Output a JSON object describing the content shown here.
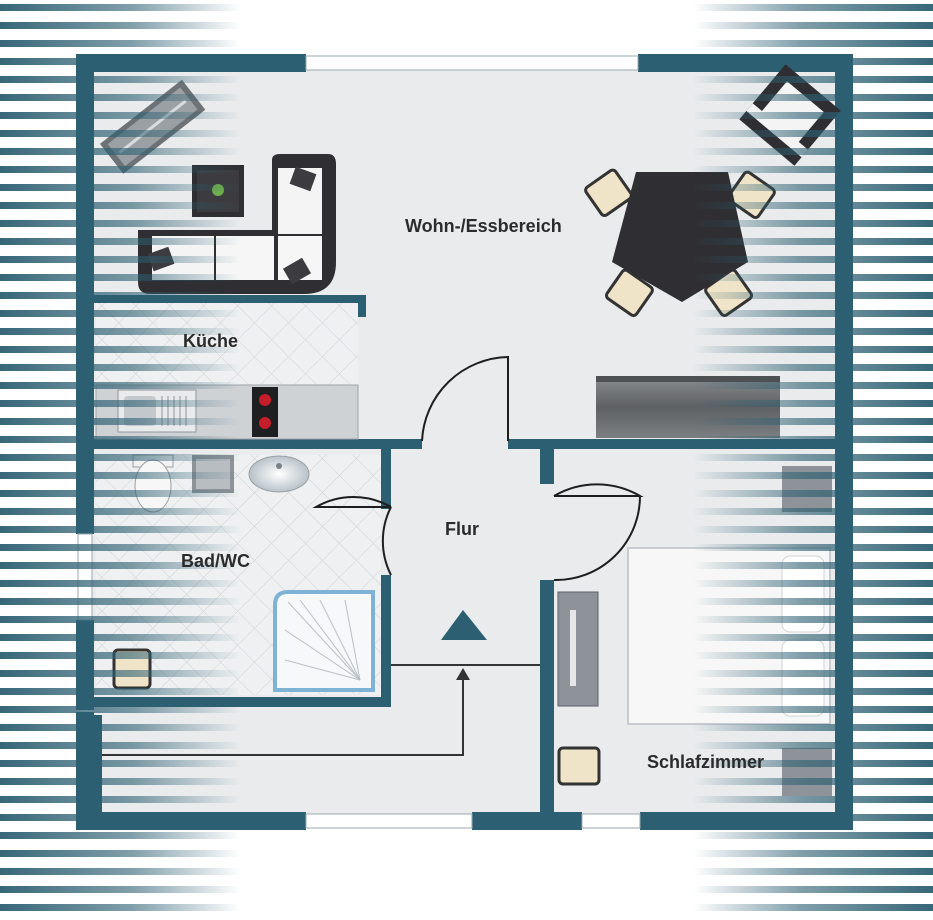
{
  "rooms": {
    "living": "Wohn-/Essbereich",
    "kitchen": "Küche",
    "bath": "Bad/WC",
    "hall": "Flur",
    "bedroom": "Schlafzimmer"
  },
  "colors": {
    "wall": "#2c5f72",
    "floor": "#e9ebed",
    "tile": "#d9dcdf",
    "stripe": "#2c5f72",
    "furniture_dark": "#2f2f33",
    "cushion": "#f4f4f4",
    "chair": "#efe4c8",
    "entrance_arrow": "#2c5f72"
  },
  "icons": {
    "entrance": "entrance-arrow-icon"
  }
}
